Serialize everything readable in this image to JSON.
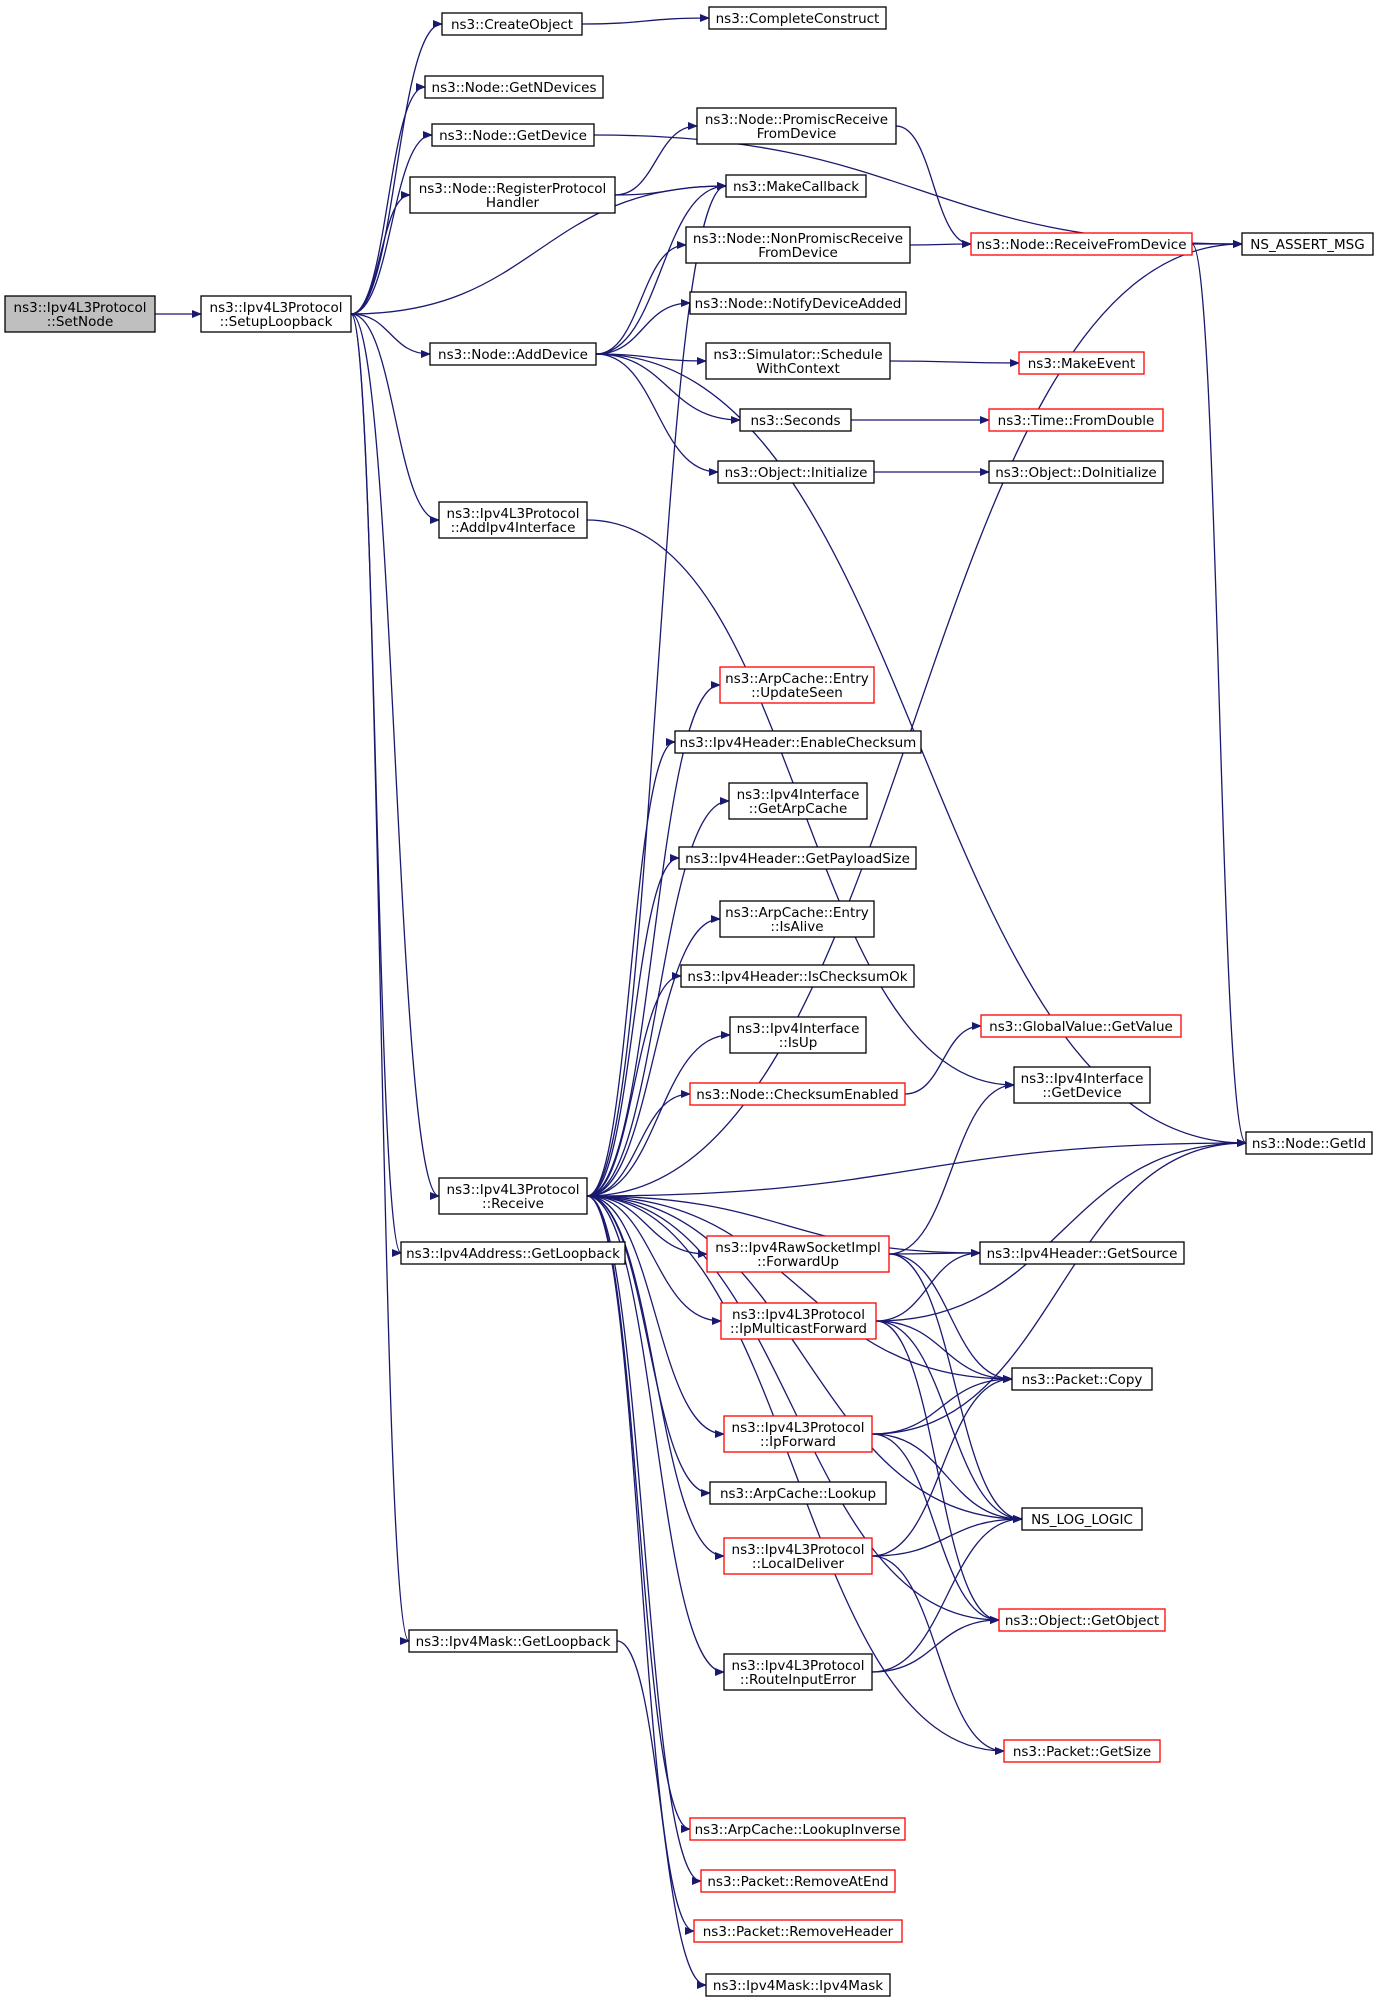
{
  "graph": {
    "edge_color": "#191970",
    "nodes": [
      {
        "id": "setnode",
        "lines": [
          "ns3::Ipv4L3Protocol",
          "::SetNode"
        ],
        "root": true
      },
      {
        "id": "setuploopback",
        "lines": [
          "ns3::Ipv4L3Protocol",
          "::SetupLoopback"
        ]
      },
      {
        "id": "createobject",
        "lines": [
          "ns3::CreateObject"
        ]
      },
      {
        "id": "completeconstruct",
        "lines": [
          "ns3::CompleteConstruct"
        ]
      },
      {
        "id": "getndevices",
        "lines": [
          "ns3::Node::GetNDevices"
        ]
      },
      {
        "id": "getdevice_node",
        "lines": [
          "ns3::Node::GetDevice"
        ]
      },
      {
        "id": "promisc",
        "lines": [
          "ns3::Node::PromiscReceive",
          "FromDevice"
        ]
      },
      {
        "id": "registerprotocol",
        "lines": [
          "ns3::Node::RegisterProtocol",
          "Handler"
        ]
      },
      {
        "id": "makecallback",
        "lines": [
          "ns3::MakeCallback"
        ]
      },
      {
        "id": "nonpromisc",
        "lines": [
          "ns3::Node::NonPromiscReceive",
          "FromDevice"
        ]
      },
      {
        "id": "receivefromdevice",
        "lines": [
          "ns3::Node::ReceiveFromDevice"
        ],
        "red": true
      },
      {
        "id": "nsassert",
        "lines": [
          "NS_ASSERT_MSG"
        ]
      },
      {
        "id": "notifydeviceadded",
        "lines": [
          "ns3::Node::NotifyDeviceAdded"
        ]
      },
      {
        "id": "adddevice",
        "lines": [
          "ns3::Node::AddDevice"
        ]
      },
      {
        "id": "schedulewithcontext",
        "lines": [
          "ns3::Simulator::Schedule",
          "WithContext"
        ]
      },
      {
        "id": "makeevent",
        "lines": [
          "ns3::MakeEvent"
        ],
        "red": true
      },
      {
        "id": "seconds",
        "lines": [
          "ns3::Seconds"
        ]
      },
      {
        "id": "fromdouble",
        "lines": [
          "ns3::Time::FromDouble"
        ],
        "red": true
      },
      {
        "id": "initialize",
        "lines": [
          "ns3::Object::Initialize"
        ]
      },
      {
        "id": "doinitialize",
        "lines": [
          "ns3::Object::DoInitialize"
        ]
      },
      {
        "id": "addipv4interface",
        "lines": [
          "ns3::Ipv4L3Protocol",
          "::AddIpv4Interface"
        ]
      },
      {
        "id": "updateseen",
        "lines": [
          "ns3::ArpCache::Entry",
          "::UpdateSeen"
        ],
        "red": true
      },
      {
        "id": "enablechecksum",
        "lines": [
          "ns3::Ipv4Header::EnableChecksum"
        ]
      },
      {
        "id": "getarpcache",
        "lines": [
          "ns3::Ipv4Interface",
          "::GetArpCache"
        ]
      },
      {
        "id": "getpayloadsize",
        "lines": [
          "ns3::Ipv4Header::GetPayloadSize"
        ]
      },
      {
        "id": "isalive",
        "lines": [
          "ns3::ArpCache::Entry",
          "::IsAlive"
        ]
      },
      {
        "id": "ischecksumok",
        "lines": [
          "ns3::Ipv4Header::IsChecksumOk"
        ]
      },
      {
        "id": "isup",
        "lines": [
          "ns3::Ipv4Interface",
          "::IsUp"
        ]
      },
      {
        "id": "globalvalue",
        "lines": [
          "ns3::GlobalValue::GetValue"
        ],
        "red": true
      },
      {
        "id": "checksumenabled",
        "lines": [
          "ns3::Node::ChecksumEnabled"
        ],
        "red": true
      },
      {
        "id": "getdevice_iface",
        "lines": [
          "ns3::Ipv4Interface",
          "::GetDevice"
        ]
      },
      {
        "id": "getid",
        "lines": [
          "ns3::Node::GetId"
        ]
      },
      {
        "id": "receive",
        "lines": [
          "ns3::Ipv4L3Protocol",
          "::Receive"
        ]
      },
      {
        "id": "addr_getloopback",
        "lines": [
          "ns3::Ipv4Address::GetLoopback"
        ]
      },
      {
        "id": "forwardup",
        "lines": [
          "ns3::Ipv4RawSocketImpl",
          "::ForwardUp"
        ],
        "red": true
      },
      {
        "id": "getsource",
        "lines": [
          "ns3::Ipv4Header::GetSource"
        ]
      },
      {
        "id": "ipmulticastforward",
        "lines": [
          "ns3::Ipv4L3Protocol",
          "::IpMulticastForward"
        ],
        "red": true
      },
      {
        "id": "packetcopy",
        "lines": [
          "ns3::Packet::Copy"
        ]
      },
      {
        "id": "ipforward",
        "lines": [
          "ns3::Ipv4L3Protocol",
          "::IpForward"
        ],
        "red": true
      },
      {
        "id": "arplookup",
        "lines": [
          "ns3::ArpCache::Lookup"
        ]
      },
      {
        "id": "nsloglogic",
        "lines": [
          "NS_LOG_LOGIC"
        ]
      },
      {
        "id": "localdeliver",
        "lines": [
          "ns3::Ipv4L3Protocol",
          "::LocalDeliver"
        ],
        "red": true
      },
      {
        "id": "getobject",
        "lines": [
          "ns3::Object::GetObject"
        ],
        "red": true
      },
      {
        "id": "mask_getloopback",
        "lines": [
          "ns3::Ipv4Mask::GetLoopback"
        ]
      },
      {
        "id": "routeinputerror",
        "lines": [
          "ns3::Ipv4L3Protocol",
          "::RouteInputError"
        ]
      },
      {
        "id": "getsize",
        "lines": [
          "ns3::Packet::GetSize"
        ],
        "red": true
      },
      {
        "id": "lookupinverse",
        "lines": [
          "ns3::ArpCache::LookupInverse"
        ],
        "red": true
      },
      {
        "id": "removeatend",
        "lines": [
          "ns3::Packet::RemoveAtEnd"
        ],
        "red": true
      },
      {
        "id": "removeheader",
        "lines": [
          "ns3::Packet::RemoveHeader"
        ],
        "red": true
      },
      {
        "id": "ipv4mask",
        "lines": [
          "ns3::Ipv4Mask::Ipv4Mask"
        ]
      }
    ],
    "edges": [
      [
        "setnode",
        "setuploopback"
      ],
      [
        "setuploopback",
        "createobject"
      ],
      [
        "createobject",
        "completeconstruct"
      ],
      [
        "setuploopback",
        "getndevices"
      ],
      [
        "setuploopback",
        "getdevice_node"
      ],
      [
        "getdevice_node",
        "nsassert"
      ],
      [
        "setuploopback",
        "registerprotocol"
      ],
      [
        "registerprotocol",
        "promisc"
      ],
      [
        "registerprotocol",
        "makecallback"
      ],
      [
        "setuploopback",
        "makecallback"
      ],
      [
        "promisc",
        "receivefromdevice"
      ],
      [
        "nonpromisc",
        "receivefromdevice"
      ],
      [
        "receivefromdevice",
        "nsassert"
      ],
      [
        "receivefromdevice",
        "getid"
      ],
      [
        "setuploopback",
        "adddevice"
      ],
      [
        "adddevice",
        "makecallback"
      ],
      [
        "adddevice",
        "nonpromisc"
      ],
      [
        "adddevice",
        "notifydeviceadded"
      ],
      [
        "adddevice",
        "schedulewithcontext"
      ],
      [
        "adddevice",
        "seconds"
      ],
      [
        "adddevice",
        "initialize"
      ],
      [
        "adddevice",
        "getid"
      ],
      [
        "schedulewithcontext",
        "makeevent"
      ],
      [
        "seconds",
        "fromdouble"
      ],
      [
        "initialize",
        "doinitialize"
      ],
      [
        "setuploopback",
        "addipv4interface"
      ],
      [
        "addipv4interface",
        "getdevice_iface"
      ],
      [
        "setuploopback",
        "receive"
      ],
      [
        "setuploopback",
        "addr_getloopback"
      ],
      [
        "setuploopback",
        "mask_getloopback"
      ],
      [
        "mask_getloopback",
        "ipv4mask"
      ],
      [
        "receive",
        "makecallback"
      ],
      [
        "receive",
        "nsassert"
      ],
      [
        "receive",
        "updateseen"
      ],
      [
        "receive",
        "enablechecksum"
      ],
      [
        "receive",
        "getarpcache"
      ],
      [
        "receive",
        "getpayloadsize"
      ],
      [
        "receive",
        "isalive"
      ],
      [
        "receive",
        "ischecksumok"
      ],
      [
        "receive",
        "isup"
      ],
      [
        "receive",
        "checksumenabled"
      ],
      [
        "checksumenabled",
        "globalvalue"
      ],
      [
        "receive",
        "getid"
      ],
      [
        "receive",
        "getsource"
      ],
      [
        "receive",
        "forwardup"
      ],
      [
        "forwardup",
        "getdevice_iface"
      ],
      [
        "forwardup",
        "getsource"
      ],
      [
        "forwardup",
        "packetcopy"
      ],
      [
        "forwardup",
        "nsloglogic"
      ],
      [
        "receive",
        "ipmulticastforward"
      ],
      [
        "ipmulticastforward",
        "getsource"
      ],
      [
        "ipmulticastforward",
        "getid"
      ],
      [
        "ipmulticastforward",
        "packetcopy"
      ],
      [
        "ipmulticastforward",
        "nsloglogic"
      ],
      [
        "ipmulticastforward",
        "getobject"
      ],
      [
        "receive",
        "packetcopy"
      ],
      [
        "receive",
        "ipforward"
      ],
      [
        "ipforward",
        "packetcopy"
      ],
      [
        "ipforward",
        "getid"
      ],
      [
        "ipforward",
        "nsloglogic"
      ],
      [
        "ipforward",
        "getobject"
      ],
      [
        "receive",
        "arplookup"
      ],
      [
        "receive",
        "localdeliver"
      ],
      [
        "localdeliver",
        "packetcopy"
      ],
      [
        "localdeliver",
        "nsloglogic"
      ],
      [
        "localdeliver",
        "getsize"
      ],
      [
        "receive",
        "nsloglogic"
      ],
      [
        "receive",
        "routeinputerror"
      ],
      [
        "routeinputerror",
        "nsloglogic"
      ],
      [
        "routeinputerror",
        "getobject"
      ],
      [
        "receive",
        "getobject"
      ],
      [
        "receive",
        "getsize"
      ],
      [
        "receive",
        "lookupinverse"
      ],
      [
        "receive",
        "removeatend"
      ],
      [
        "receive",
        "removeheader"
      ]
    ]
  }
}
